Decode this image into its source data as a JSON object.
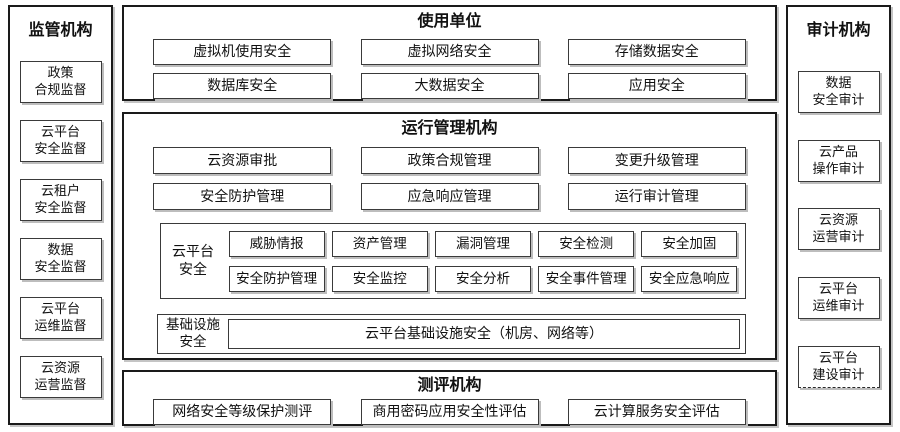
{
  "colors": {
    "outer_border": "#1a1a1a",
    "inner_border": "#3a3a3a",
    "shadow": "#bdbdbd",
    "text": "#111111",
    "background": "#ffffff"
  },
  "left_panel": {
    "title": "监管机构",
    "items": [
      {
        "line1": "政策",
        "line2": "合规监督"
      },
      {
        "line1": "云平台",
        "line2": "安全监督"
      },
      {
        "line1": "云租户",
        "line2": "安全监督"
      },
      {
        "line1": "数据",
        "line2": "安全监督"
      },
      {
        "line1": "云平台",
        "line2": "运维监督"
      },
      {
        "line1": "云资源",
        "line2": "运营监督"
      }
    ]
  },
  "right_panel": {
    "title": "审计机构",
    "items": [
      {
        "line1": "数据",
        "line2": "安全审计"
      },
      {
        "line1": "云产品",
        "line2": "操作审计"
      },
      {
        "line1": "云资源",
        "line2": "运营审计"
      },
      {
        "line1": "云平台",
        "line2": "运维审计"
      },
      {
        "line1": "云平台",
        "line2": "建设审计"
      }
    ]
  },
  "usage_unit": {
    "title": "使用单位",
    "row1": [
      "虚拟机使用安全",
      "虚拟网络安全",
      "存储数据安全"
    ],
    "row2": [
      "数据库安全",
      "大数据安全",
      "应用安全"
    ]
  },
  "operations": {
    "title": "运行管理机构",
    "row1": [
      "云资源审批",
      "政策合规管理",
      "变更升级管理"
    ],
    "row2": [
      "安全防护管理",
      "应急响应管理",
      "运行审计管理"
    ],
    "cloud_platform_security": {
      "label_line1": "云平台",
      "label_line2": "安全",
      "row1": [
        "威胁情报",
        "资产管理",
        "漏洞管理",
        "安全检测",
        "安全加固"
      ],
      "row2": [
        "安全防护管理",
        "安全监控",
        "安全分析",
        "安全事件管理",
        "安全应急响应"
      ]
    },
    "infrastructure_security": {
      "label_line1": "基础设施",
      "label_line2": "安全",
      "item": "云平台基础设施安全（机房、网络等）"
    }
  },
  "evaluation": {
    "title": "测评机构",
    "items": [
      "网络安全等级保护测评",
      "商用密码应用安全性评估",
      "云计算服务安全评估"
    ]
  }
}
